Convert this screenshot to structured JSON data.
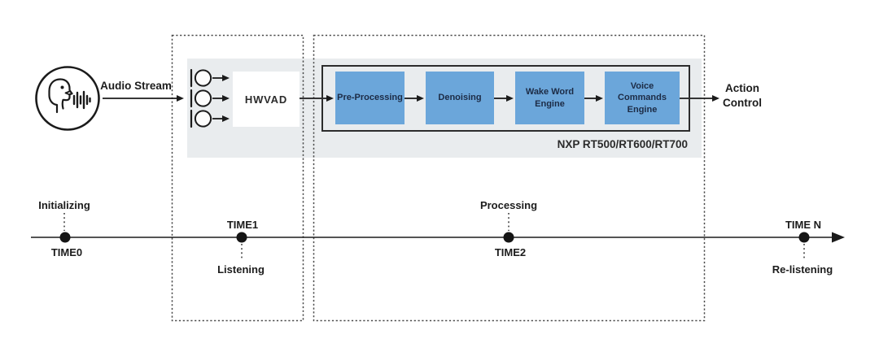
{
  "source": {
    "audio_stream_label": "Audio Stream"
  },
  "vad": {
    "hwvad_label": "HWVAD"
  },
  "pipeline": {
    "engines": [
      {
        "label": "Pre-Processing"
      },
      {
        "label": "Denoising"
      },
      {
        "label": "Wake Word Engine"
      },
      {
        "label": "Voice Commands Engine"
      }
    ],
    "chip_label": "NXP RT500/RT600/RT700"
  },
  "output": {
    "action_label": "Action Control"
  },
  "timeline": {
    "points": [
      {
        "time": "TIME0",
        "phase": "Initializing"
      },
      {
        "time": "TIME1",
        "phase": "Listening"
      },
      {
        "time": "TIME2",
        "phase": "Processing"
      },
      {
        "time": "TIME N",
        "phase": "Re-listening"
      }
    ]
  },
  "icons": {
    "speaker": "speaking-person-icon",
    "microphone": "microphone-icon"
  },
  "colors": {
    "engine_blue": "#6BA6DA",
    "panel_gray": "#E9ECEE",
    "line_black": "#1B1B1B"
  }
}
